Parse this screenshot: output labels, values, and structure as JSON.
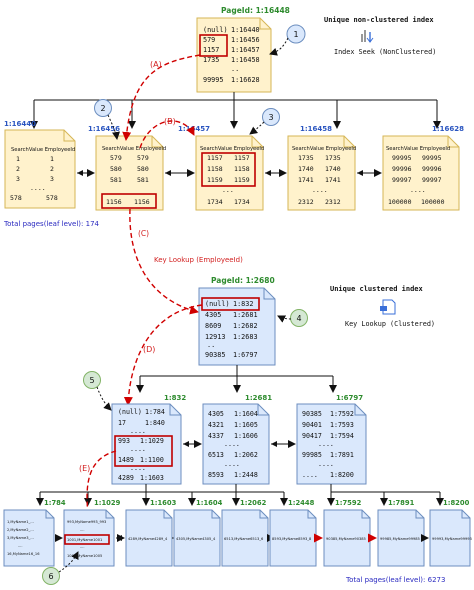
{
  "nc_root": {
    "page_id": "PageId: 1:16448",
    "rows": [
      [
        "(null)",
        "1:16440"
      ],
      [
        "579",
        "1:16456"
      ],
      [
        "1157",
        "1:16457"
      ],
      [
        "1735",
        "1:16458"
      ],
      [
        "..",
        ""
      ],
      [
        "99995",
        "1:16628"
      ]
    ]
  },
  "legend_nc": {
    "title": "Unique non-clustered index",
    "caption": "Index Seek (NonClustered)",
    "icon": "index-seek-icon"
  },
  "legend_c": {
    "title": "Unique clustered index",
    "caption": "Key Lookup (Clustered)",
    "icon": "key-lookup-icon"
  },
  "nc_leaves": [
    {
      "page_id": "1:16440",
      "header": "SearchValue EmployeeId",
      "rows": [
        [
          "1",
          "1"
        ],
        [
          "2",
          "2"
        ],
        [
          "3",
          "3"
        ],
        [
          "....",
          ""
        ],
        [
          "578",
          "578"
        ]
      ]
    },
    {
      "page_id": "1:16456",
      "header": "SearchValue EmployeeId",
      "rows": [
        [
          "579",
          "579"
        ],
        [
          "580",
          "580"
        ],
        [
          "581",
          "581"
        ],
        [
          "",
          ""
        ],
        [
          "1156",
          "1156"
        ]
      ]
    },
    {
      "page_id": "1:16457",
      "header": "SearchValue EmployeeId",
      "rows": [
        [
          "1157",
          "1157"
        ],
        [
          "1158",
          "1158"
        ],
        [
          "1159",
          "1159"
        ],
        [
          "...",
          ""
        ],
        [
          "1734",
          "1734"
        ]
      ]
    },
    {
      "page_id": "1:16458",
      "header": "SearchValue EmployeeId",
      "rows": [
        [
          "1735",
          "1735"
        ],
        [
          "1740",
          "1740"
        ],
        [
          "1741",
          "1741"
        ],
        [
          "....",
          ""
        ],
        [
          "2312",
          "2312"
        ]
      ]
    },
    {
      "page_id": "1:16628",
      "header": "SearchValue EmployeeId",
      "rows": [
        [
          "99995",
          "99995"
        ],
        [
          "99996",
          "99996"
        ],
        [
          "99997",
          "99997"
        ],
        [
          "....",
          ""
        ],
        [
          "100000",
          "100000"
        ]
      ]
    }
  ],
  "total_pages_nc": "Total pages(leaf level): 174",
  "key_lookup_label": "Key Lookup (EmployeeId)",
  "arrow_labels": {
    "A": "(A)",
    "B": "(B)",
    "C": "(C)",
    "D": "(D)",
    "E": "(E)"
  },
  "circles": [
    "1",
    "2",
    "3",
    "4",
    "5",
    "6"
  ],
  "c_root": {
    "page_id": "PageId: 1:2680",
    "rows": [
      [
        "(null)",
        "1:832"
      ],
      [
        "4305",
        "1:2681"
      ],
      [
        "8609",
        "1:2682"
      ],
      [
        "12913",
        "1:2683"
      ],
      [
        "..",
        ""
      ],
      [
        "90385",
        "1:6797"
      ]
    ]
  },
  "c_mid": [
    {
      "page_id": "1:832",
      "rows": [
        [
          "(null)",
          "1:784"
        ],
        [
          "17",
          "1:840"
        ],
        [
          "....",
          ""
        ],
        [
          "993",
          "1:1029"
        ],
        [
          "....",
          ""
        ],
        [
          "1489",
          "1:1100"
        ],
        [
          "....",
          ""
        ],
        [
          "4289",
          "1:1603"
        ]
      ]
    },
    {
      "page_id": "1:2681",
      "rows": [
        [
          "4305",
          "1:1604"
        ],
        [
          "4321",
          "1:1605"
        ],
        [
          "4337",
          "1:1606"
        ],
        [
          "....",
          ""
        ],
        [
          "6513",
          "1:2062"
        ],
        [
          "....",
          ""
        ],
        [
          "8593",
          "1:2448"
        ]
      ]
    },
    {
      "page_id": "1:6797",
      "rows": [
        [
          "90385",
          "1:7592"
        ],
        [
          "90401",
          "1:7593"
        ],
        [
          "90417",
          "1:7594"
        ],
        [
          "....",
          ""
        ],
        [
          "99985",
          "1:7891"
        ],
        [
          "....",
          ""
        ],
        [
          "....",
          "1:8200"
        ]
      ]
    }
  ],
  "c_leaf_ids": [
    "1:784",
    "1:1029",
    "1:1603",
    "1:1604",
    "1:2062",
    "1:2448",
    "1:7592",
    "1:7891",
    "1:8200"
  ],
  "c_leaves": [
    {
      "lines": [
        "1,MyName1_...",
        "2,MyName2_...",
        "3,MyName3_...",
        "....",
        "16,MyName16_16"
      ]
    },
    {
      "lines": [
        "993,MyName993_993",
        "....",
        "1001,MyName1001",
        "....",
        "1005,MyName1005"
      ]
    },
    {
      "lines": [
        "4289,MyName4289_4"
      ]
    },
    {
      "lines": [
        "4305,MyName4305_4"
      ]
    },
    {
      "lines": [
        "6513,MyName6513_6"
      ]
    },
    {
      "lines": [
        "8593,MyName8593_8"
      ]
    },
    {
      "lines": [
        "90385,MyName90385"
      ]
    },
    {
      "lines": [
        "99985,MyName99985"
      ]
    },
    {
      "lines": [
        "99993,MyName99993"
      ]
    }
  ],
  "total_pages_c": "Total pages(leaf level): 6273"
}
